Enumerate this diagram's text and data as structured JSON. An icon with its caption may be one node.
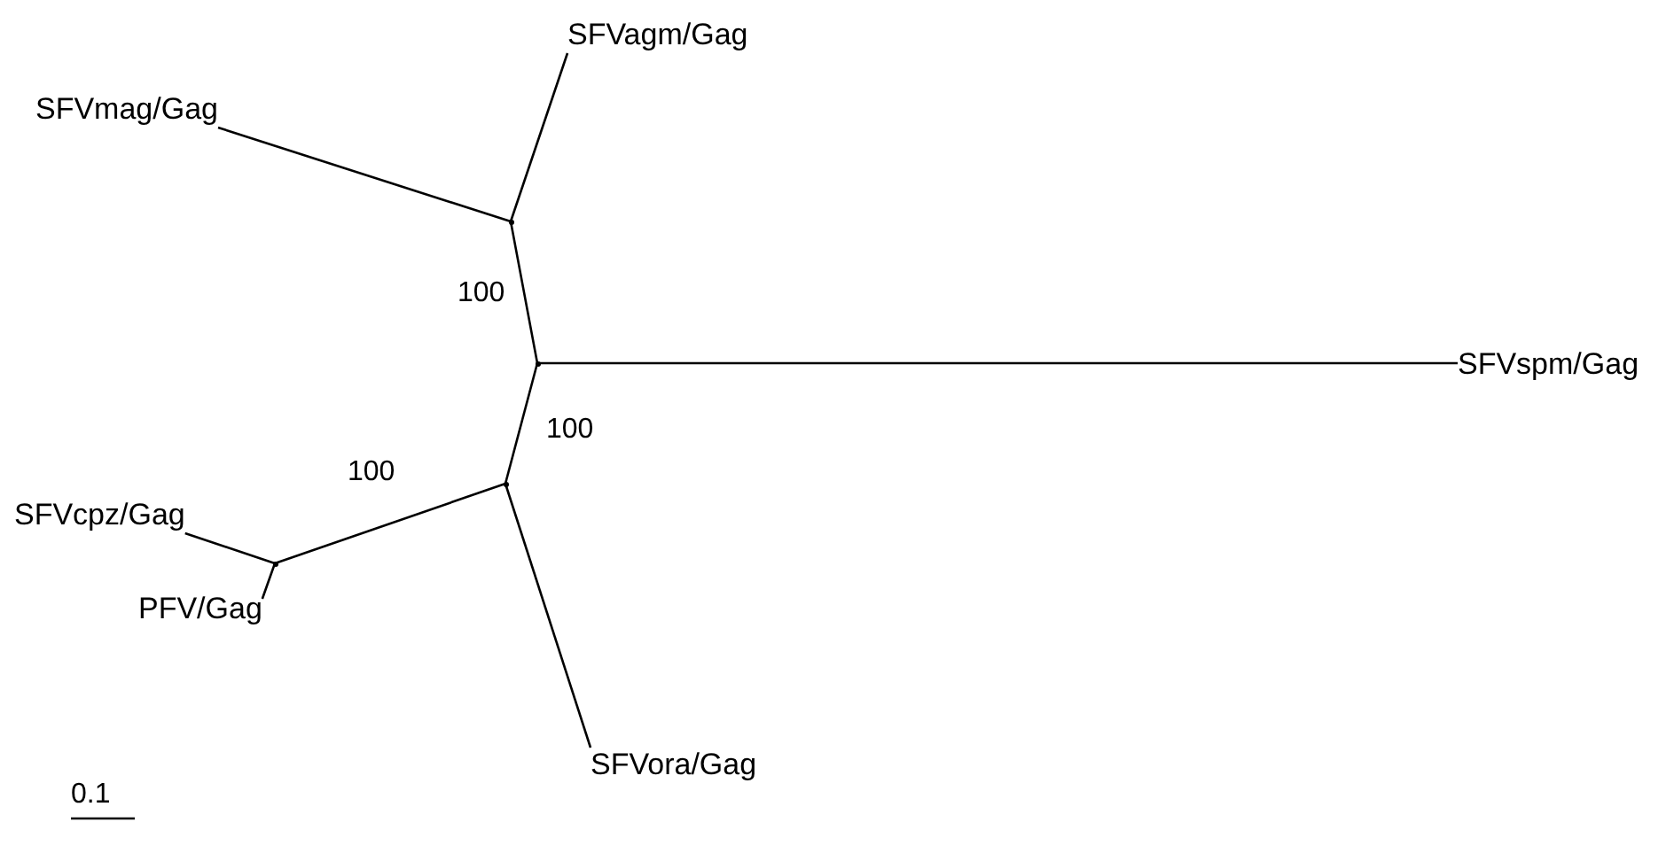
{
  "diagram": {
    "nodes": [
      {
        "text": [
          "SFVagm/Gag"
        ]
      },
      {
        "text": [
          "SFVmag/Gag"
        ]
      },
      {
        "text": [
          "SFVspm/Gag"
        ]
      },
      {
        "text": [
          "SFVcpz/Gag"
        ]
      },
      {
        "text": [
          "PFV/Gag"
        ]
      },
      {
        "text": [
          "SFVora/Gag"
        ]
      },
      {
        "text": [],
        "shape": "point"
      },
      {
        "text": [],
        "shape": "point"
      },
      {
        "text": [],
        "shape": "point"
      },
      {
        "text": [],
        "shape": "point"
      }
    ],
    "edges": [
      {
        "from": 6,
        "to": 0,
        "arrow": "none"
      },
      {
        "from": 6,
        "to": 1,
        "arrow": "none"
      },
      {
        "from": 7,
        "to": 6,
        "arrow": "none",
        "label": "100"
      },
      {
        "from": 7,
        "to": 2,
        "arrow": "none"
      },
      {
        "from": 7,
        "to": 8,
        "arrow": "none",
        "label": "100"
      },
      {
        "from": 8,
        "to": 9,
        "arrow": "none",
        "label": "100"
      },
      {
        "from": 8,
        "to": 5,
        "arrow": "none"
      },
      {
        "from": 9,
        "to": 3,
        "arrow": "none"
      },
      {
        "from": 9,
        "to": 4,
        "arrow": "none"
      }
    ],
    "labels": [
      "0.1"
    ]
  }
}
